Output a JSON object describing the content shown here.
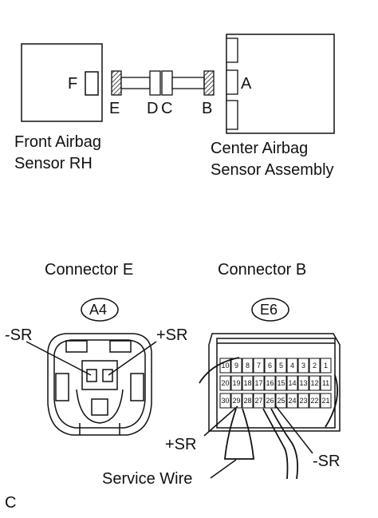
{
  "top_diagram": {
    "left_component": "Front Airbag\nSensor RH",
    "left_component_line1": "Front Airbag",
    "left_component_line2": "Sensor RH",
    "right_component_line1": "Center Airbag",
    "right_component_line2": "Sensor Assembly",
    "connector_labels": {
      "F": "F",
      "E": "E",
      "D": "D",
      "C": "C",
      "B": "B",
      "A": "A"
    }
  },
  "connector_e": {
    "title": "Connector E",
    "code": "A4",
    "minus_label": "-SR",
    "plus_label": "+SR"
  },
  "connector_b": {
    "title": "Connector B",
    "code": "E6",
    "pins_row1": [
      "10",
      "9",
      "8",
      "7",
      "6",
      "5",
      "4",
      "3",
      "2",
      "1"
    ],
    "pins_row2": [
      "20",
      "19",
      "18",
      "17",
      "16",
      "15",
      "14",
      "13",
      "12",
      "11"
    ],
    "pins_row3": [
      "30",
      "29",
      "28",
      "27",
      "26",
      "25",
      "24",
      "23",
      "22",
      "21"
    ],
    "plus_label": "+SR",
    "minus_label": "-SR",
    "wire_label": "Service Wire"
  },
  "figure_id": "C"
}
